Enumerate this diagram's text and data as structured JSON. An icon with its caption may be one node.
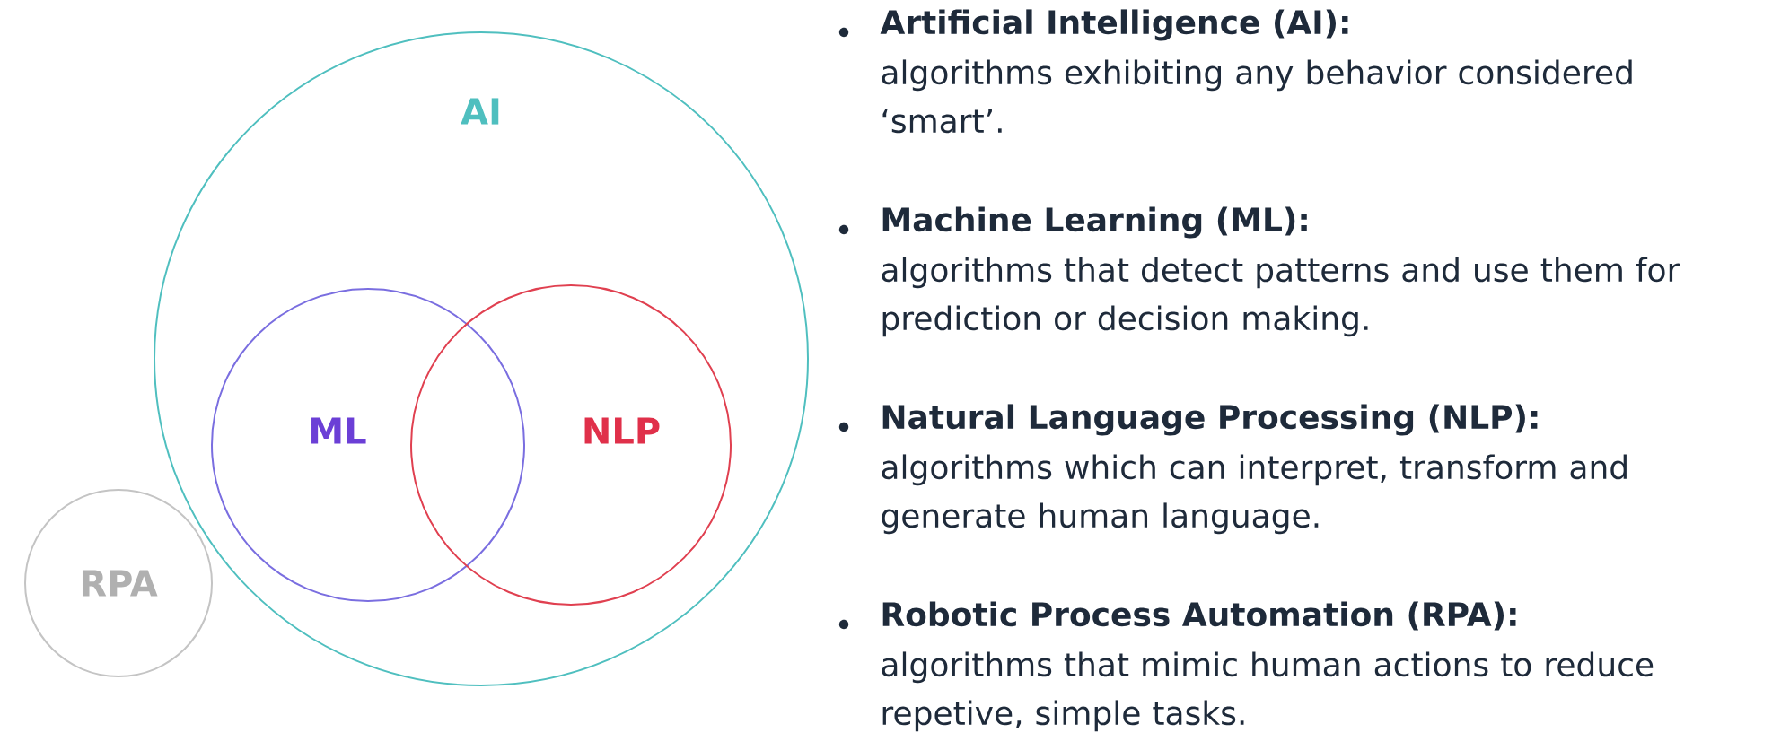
{
  "diagram": {
    "nodes": [
      {
        "text": [
          "AI"
        ]
      },
      {
        "text": [
          "ML"
        ],
        "in": 0
      },
      {
        "text": [
          "NLP"
        ],
        "in": 0
      },
      {
        "text": [
          "RPA"
        ]
      }
    ],
    "labels": [
      "Artificial Intelligence (AI):",
      "algorithms exhibiting any behavior considered ‘smart’.",
      "Machine Learning (ML):",
      "algorithms that detect patterns and use them for prediction or decision making.",
      "Natural Language Processing (NLP):",
      "algorithms which can interpret, transform and generate human language.",
      "Robotic Process Automation (RPA):",
      "algorithms that mimic human actions to reduce repetive, simple tasks."
    ]
  }
}
